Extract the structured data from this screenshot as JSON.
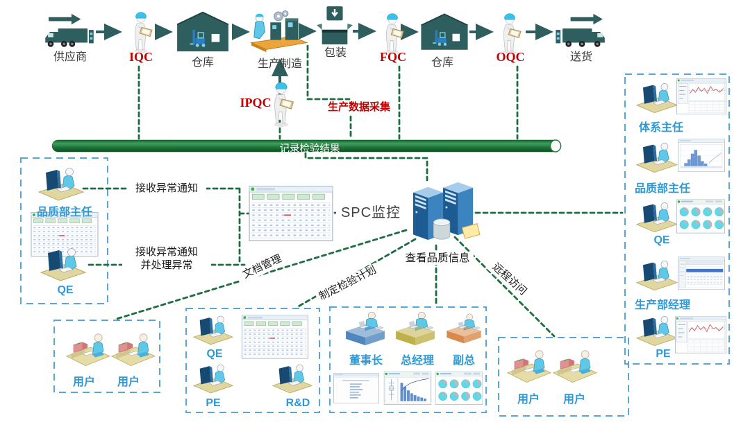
{
  "diagram": {
    "top_flow": {
      "nodes": [
        {
          "id": "supplier",
          "label": "供应商"
        },
        {
          "id": "iqc",
          "label": "IQC"
        },
        {
          "id": "warehouse1",
          "label": "仓库"
        },
        {
          "id": "production",
          "label": "生产制造"
        },
        {
          "id": "packing",
          "label": "包装"
        },
        {
          "id": "fqc",
          "label": "FQC"
        },
        {
          "id": "warehouse2",
          "label": "仓库"
        },
        {
          "id": "oqc",
          "label": "OQC"
        },
        {
          "id": "delivery",
          "label": "送货"
        }
      ],
      "ipqc_label": "IPQC"
    },
    "annotations": {
      "data_collection": "生产数据采集",
      "record_results": "记录检验结果",
      "notify_receive": "接收异常通知",
      "notify_handle_line1": "接收异常通知",
      "notify_handle_line2": "并处理异常",
      "spc_monitor": "SPC监控",
      "doc_mgmt": "文档管理",
      "inspection_plan": "制定检验计划",
      "view_quality": "查看品质信息",
      "remote_access": "远程访问"
    },
    "left_box": {
      "roles": [
        {
          "label": "品质部主任"
        },
        {
          "label": "QE"
        }
      ]
    },
    "right_box": {
      "roles": [
        {
          "label": "体系主任"
        },
        {
          "label": "品质部主任"
        },
        {
          "label": "QE"
        },
        {
          "label": "生产部经理"
        },
        {
          "label": "PE"
        }
      ]
    },
    "bottom": {
      "users_left": [
        "用户",
        "用户"
      ],
      "engineering": [
        "QE",
        "PE",
        "R&D"
      ],
      "executives": [
        "董事长",
        "总经理",
        "副总"
      ],
      "users_right": [
        "用户",
        "用户"
      ]
    },
    "colors": {
      "flow_icon": "#2e5e5e",
      "red_label": "#c00000",
      "blue_label": "#2e9ad6",
      "green_dash": "#1d6b40",
      "pipe_green": "#1d7139",
      "box_border": "#58a6d8"
    }
  }
}
